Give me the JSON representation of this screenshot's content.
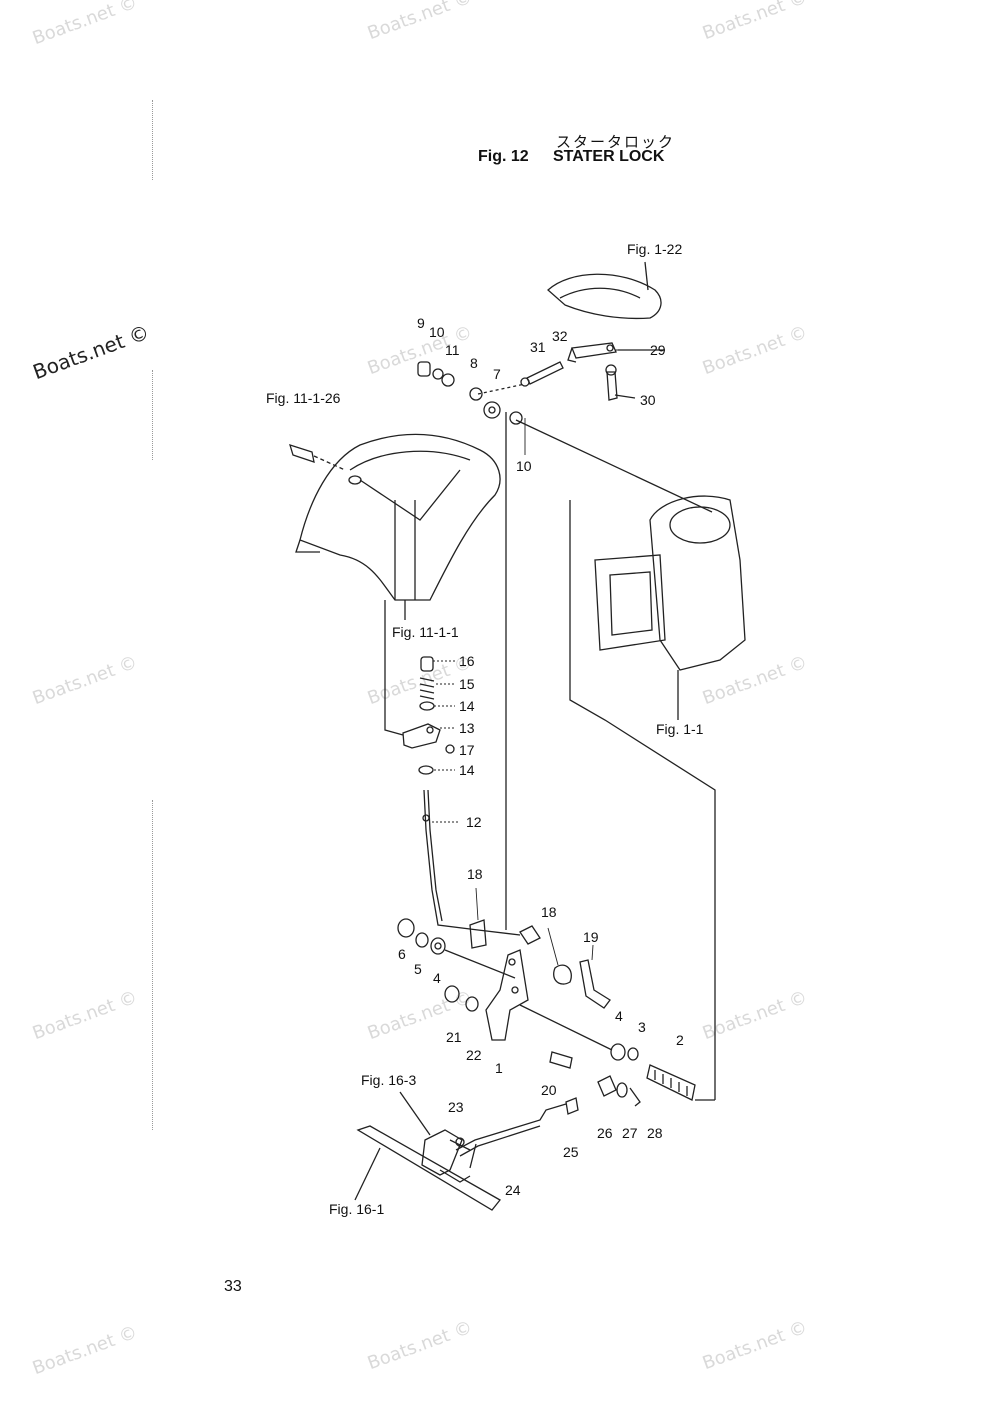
{
  "watermark": "Boats.net ©",
  "header": {
    "japanese": "スタータロック",
    "fig_label": "Fig. 12",
    "title": "STATER LOCK"
  },
  "page_number": "33",
  "references": [
    {
      "id": "fig-1-22",
      "text": "Fig. 1-22"
    },
    {
      "id": "fig-11-1-26",
      "text": "Fig. 11-1-26"
    },
    {
      "id": "fig-11-1-1",
      "text": "Fig. 11-1-1"
    },
    {
      "id": "fig-1-1",
      "text": "Fig. 1-1"
    },
    {
      "id": "fig-16-3",
      "text": "Fig. 16-3"
    },
    {
      "id": "fig-16-1",
      "text": "Fig. 16-1"
    }
  ],
  "part_numbers": [
    "9",
    "10",
    "11",
    "8",
    "7",
    "31",
    "32",
    "29",
    "30",
    "10",
    "16",
    "15",
    "14",
    "13",
    "17",
    "14",
    "12",
    "18",
    "18",
    "19",
    "6",
    "5",
    "4",
    "21",
    "22",
    "1",
    "4",
    "3",
    "2",
    "20",
    "23",
    "26",
    "27",
    "28",
    "25",
    "24"
  ]
}
